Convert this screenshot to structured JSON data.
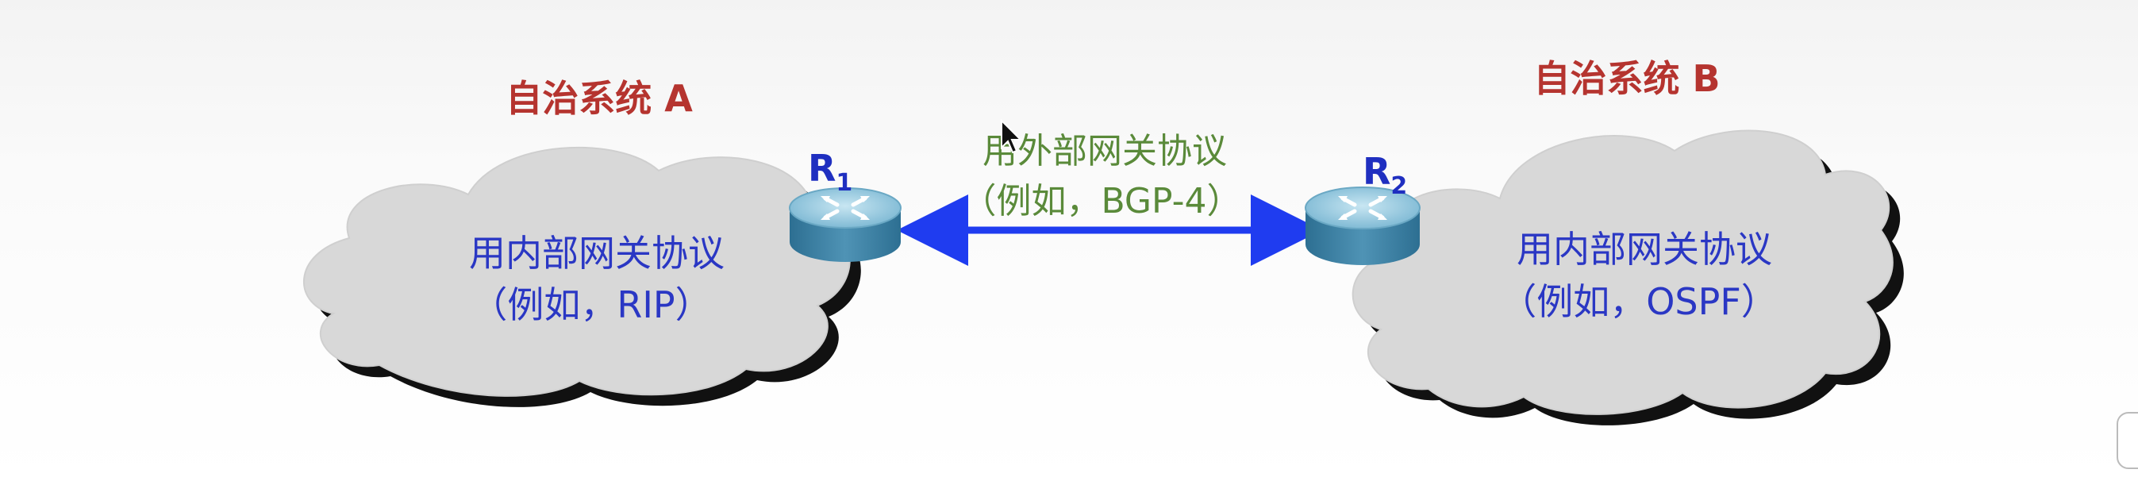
{
  "diagram": {
    "as_a": {
      "title": "自治系统 A",
      "protocol_line1": "用内部网关协议",
      "protocol_line2": "（例如，RIP）"
    },
    "as_b": {
      "title": "自治系统 B",
      "protocol_line1": "用内部网关协议",
      "protocol_line2": "（例如，OSPF）"
    },
    "link": {
      "line1": "用外部网关协议",
      "line2": "（例如，BGP-4）"
    },
    "router_1": {
      "letter": "R",
      "subscript": "1"
    },
    "router_2": {
      "letter": "R",
      "subscript": "2"
    }
  },
  "colors": {
    "title": "#b5342f",
    "cloud_text": "#2a37c4",
    "link_text": "#5a8a3a",
    "arrow": "#1f3cf0",
    "router_label": "#1f2fc0",
    "cloud_fill": "#d9d9d9",
    "cloud_shadow": "#111111"
  }
}
